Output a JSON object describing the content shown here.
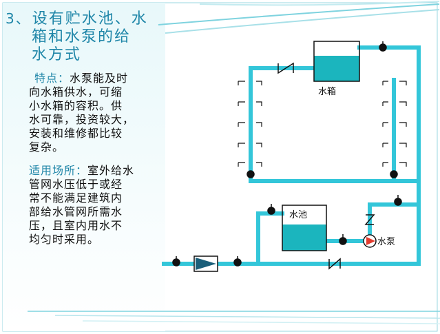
{
  "title": {
    "number": "3、",
    "line1": "设有贮水池、水",
    "line2": "箱和水泵的给",
    "line3": "水方式"
  },
  "features": {
    "label": "特点：",
    "line1": "水泵能及时",
    "line2": "向水箱供水，可缩",
    "line3": "小水箱的容积。供",
    "line4": "水可靠，投资较大，",
    "line5": "安装和维修都比较",
    "line6": "复杂。"
  },
  "scope": {
    "label": "适用场所：",
    "line1": "室外给水",
    "line2": "管网水压低于或经",
    "line3": "常不能满足建筑内",
    "line4": "部给水管网所需水",
    "line5": "压，且室内用水不",
    "line6": "均匀时采用。"
  },
  "diagram": {
    "tank_label": "水箱",
    "pool_label": "水池",
    "pump_label": "水泵"
  },
  "colors": {
    "pipe": "#33c6d9",
    "water": "#1bb5be",
    "title": "#1f86a8",
    "frame": "#33c6d9"
  }
}
